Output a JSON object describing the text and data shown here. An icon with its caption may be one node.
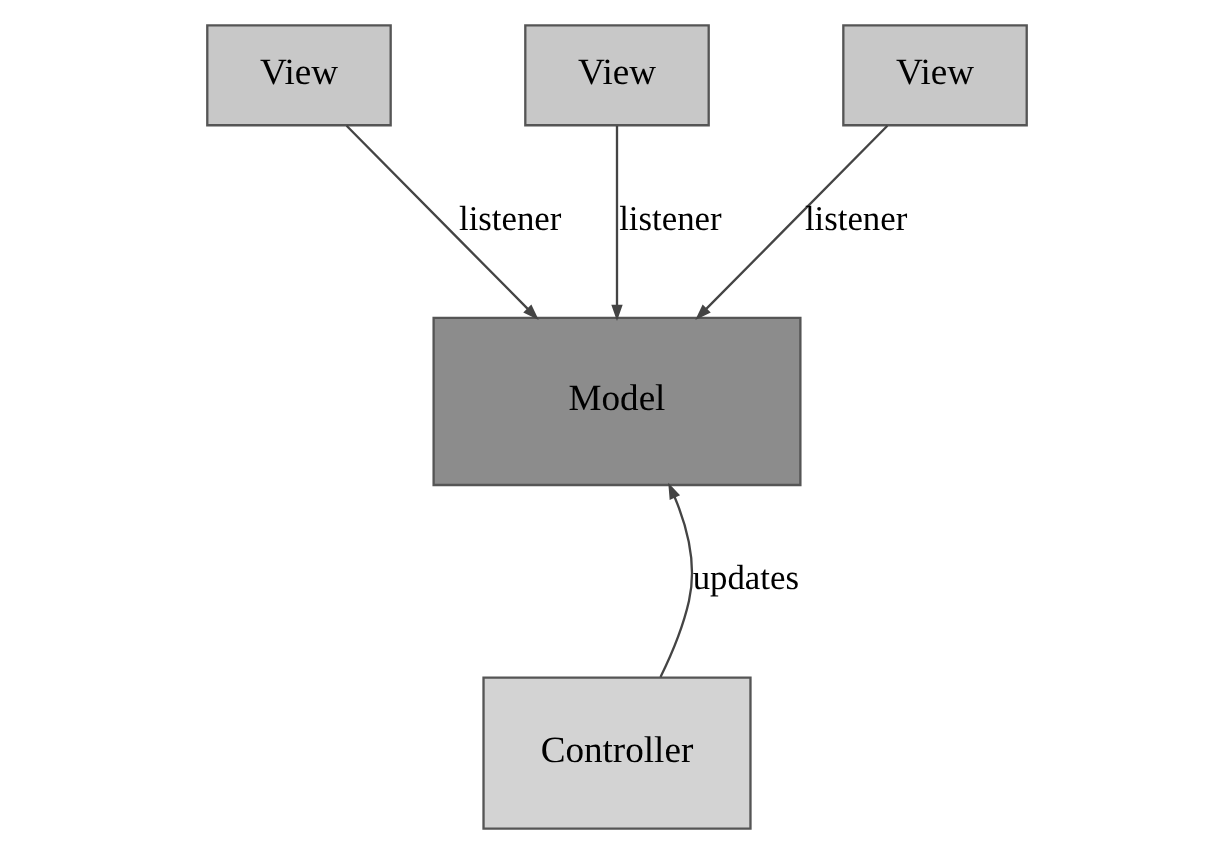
{
  "diagram": {
    "nodes": [
      {
        "text": [
          "View"
        ]
      },
      {
        "text": [
          "View"
        ]
      },
      {
        "text": [
          "View"
        ]
      },
      {
        "text": [
          "Model"
        ]
      },
      {
        "text": [
          "Controller"
        ]
      }
    ],
    "edges": [
      {
        "from": 0,
        "to": 3,
        "arrow": "to",
        "label": "listener"
      },
      {
        "from": 1,
        "to": 3,
        "arrow": "to",
        "label": "listener"
      },
      {
        "from": 2,
        "to": 3,
        "arrow": "to",
        "label": "listener"
      },
      {
        "from": 4,
        "to": 3,
        "arrow": "to",
        "label": "updates"
      }
    ]
  }
}
